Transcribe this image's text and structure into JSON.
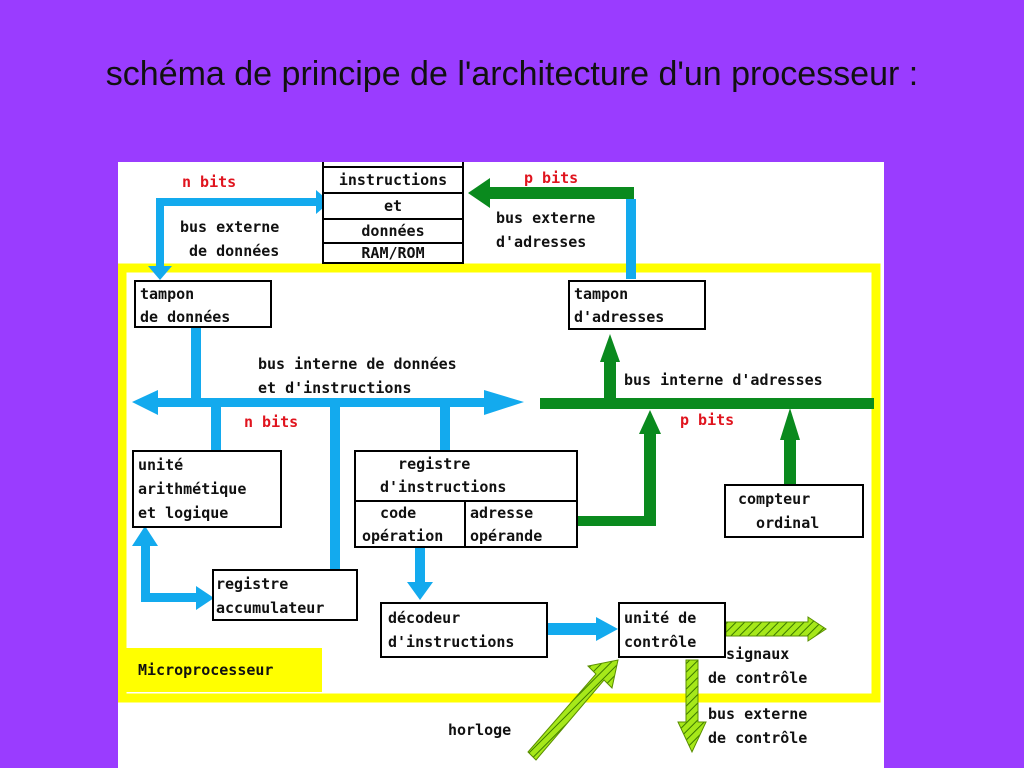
{
  "title": "schéma de principe de l'architecture d'un processeur :",
  "colors": {
    "background": "#9a3cff",
    "data_bus": "#13aaee",
    "address_bus": "#0a8a1e",
    "control": "#a6e81a",
    "frame": "#ffff00",
    "bits_label": "#e0141e"
  },
  "memory": {
    "l1": "instructions",
    "l2": "et",
    "l3": "données",
    "l4": "RAM/ROM"
  },
  "labels": {
    "n_bits_top": "n bits",
    "p_bits_top": "p bits",
    "bus_ext_donnees": "bus externe\n de données",
    "bus_ext_adresses": "bus externe\nd'adresses",
    "bus_int_donnees": "bus interne de données\net d'instructions",
    "bus_int_adresses": "bus interne d'adresses",
    "n_bits_mid": "n bits",
    "p_bits_mid": "p bits",
    "signaux": "  signaux\nde contrôle",
    "horloge": "horloge",
    "bus_ext_controle": "bus externe\nde contrôle"
  },
  "boxes": {
    "tampon_donnees": "tampon\nde données",
    "tampon_adresses": "tampon\nd'adresses",
    "ual": "unité\narithmétique\net logique",
    "reg_instr": "  registre\nd'instructions",
    "code_op": "  code\nopération",
    "adresse_op": "adresse\nopérande",
    "compteur": "compteur\n  ordinal",
    "accumulateur": "registre\naccumulateur",
    "decodeur": "décodeur\nd'instructions",
    "controle": "unité de\ncontrôle"
  },
  "microprocessor_label": "Microprocesseur"
}
